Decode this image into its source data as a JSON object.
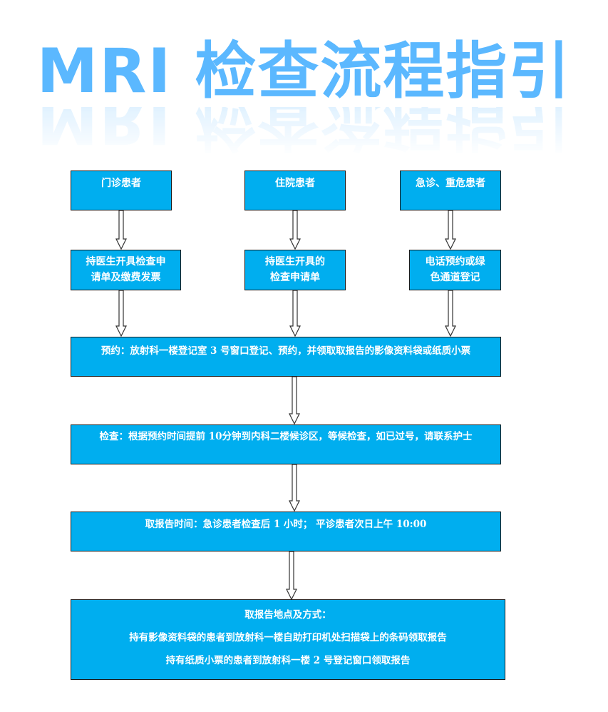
{
  "title": "MRI 检查流程指引",
  "colors": {
    "box_fill": "#00aeef",
    "box_border": "#1a1a1a",
    "title": "#5bb8ff",
    "text": "#ffffff"
  },
  "columns": [
    {
      "patient_type": "门诊患者",
      "step_lines": [
        "持医生开具检查申",
        "请单及缴费发票"
      ]
    },
    {
      "patient_type": "住院患者",
      "step_lines": [
        "持医生开具的",
        "检查申请单"
      ]
    },
    {
      "patient_type": "急诊、重危患者",
      "step_lines": [
        "电话预约或绿",
        "色通道登记"
      ]
    }
  ],
  "steps": {
    "appointment": "预约：放射科一楼登记室 3 号窗口登记、预约，并领取取报告的影像资料袋或纸质小票",
    "examination": "检查：根据预约时间提前 10分钟到内科二楼候诊区，等候检查，如已过号，请联系护士",
    "report_time": "取报告时间：急诊患者检查后 1 小时； 平诊患者次日上午 10:00",
    "report_pickup": {
      "heading": "取报告地点及方式：",
      "lines": [
        "持有影像资料袋的患者到放射科一楼自助打印机处扫描袋上的条码领取报告",
        "持有纸质小票的患者到放射科一楼 2 号登记窗口领取报告"
      ]
    }
  }
}
